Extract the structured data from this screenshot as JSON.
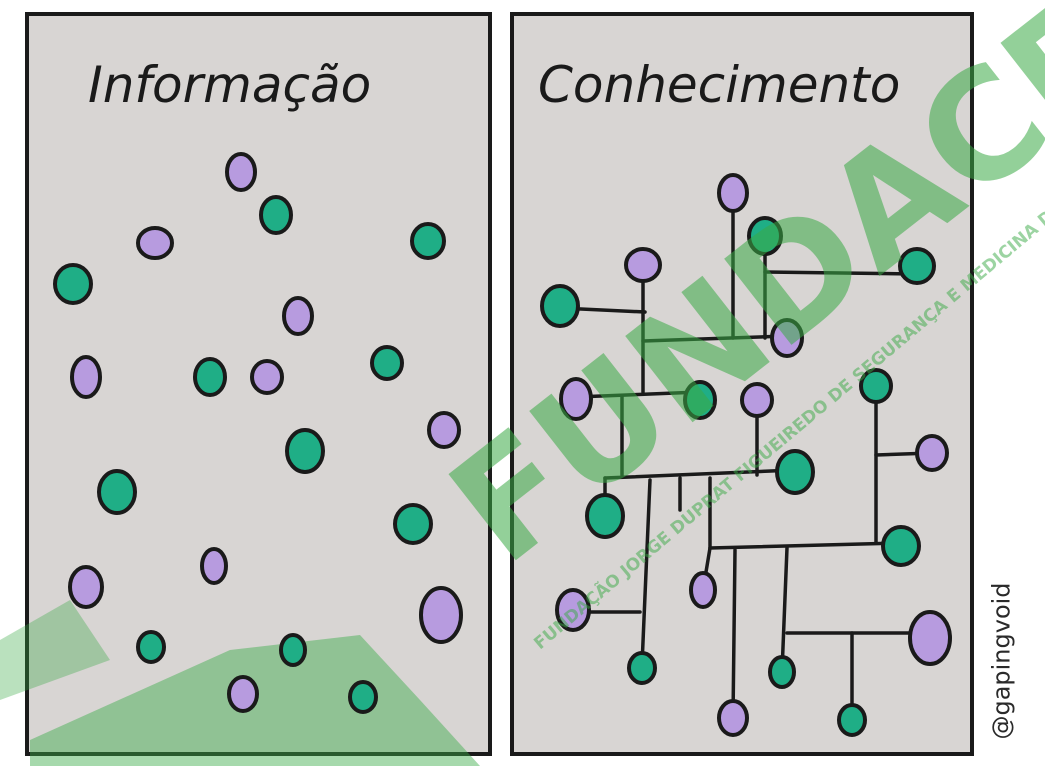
{
  "panels": {
    "left": {
      "title": "Informação"
    },
    "right": {
      "title": "Conhecimento"
    }
  },
  "credit": "@gapingvoid",
  "watermark": {
    "text": "FUNDACENTRO",
    "subtext": "FUNDAÇÃO JORGE DUPRAT FIGUEIREDO DE SEGURANÇA E MEDICINA DO TRABALHO"
  },
  "colors": {
    "panel_fill": "#d8d5d3",
    "outline": "#1a1a1a",
    "teal_node": "#1fae86",
    "purple_node": "#b79bdf",
    "watermark": "#3aaa46"
  }
}
